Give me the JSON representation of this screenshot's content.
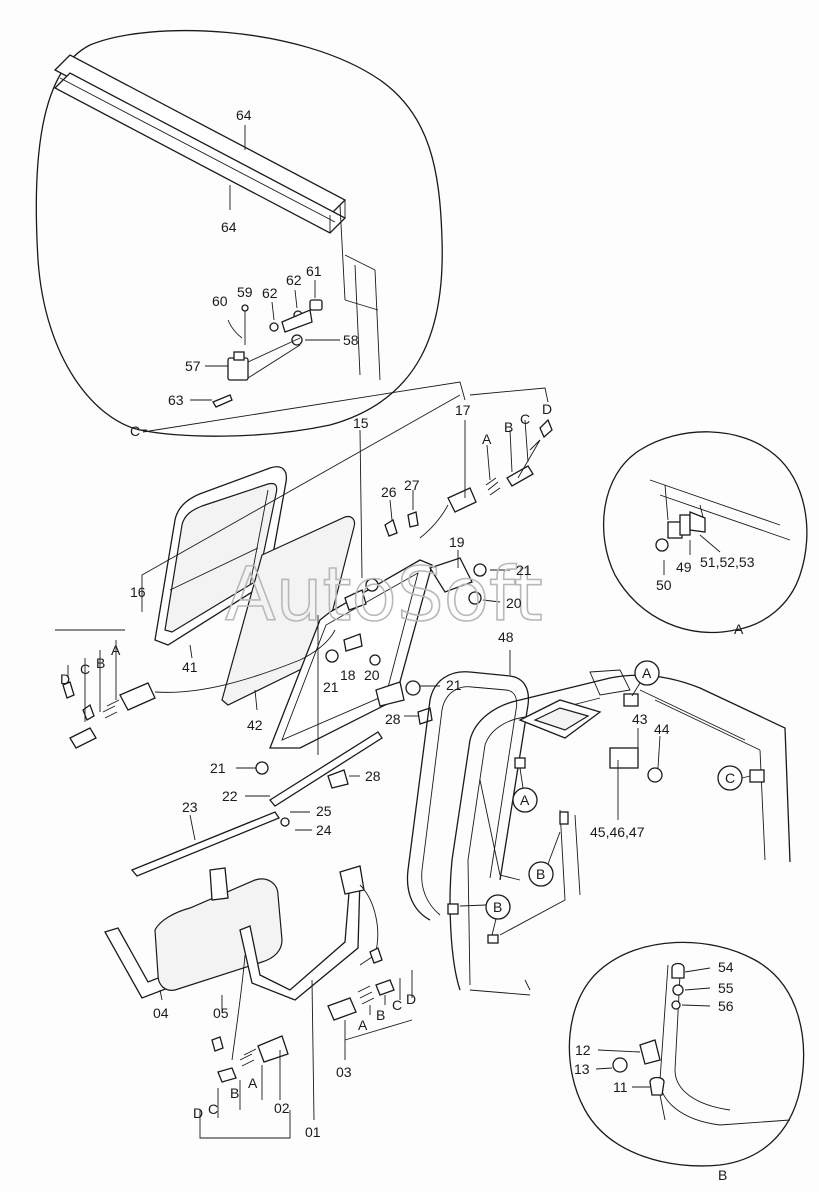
{
  "watermark": "AutoSoft",
  "callouts": {
    "c64a": "64",
    "c64b": "64",
    "c61": "61",
    "c62a": "62",
    "c62b": "62",
    "c59": "59",
    "c60": "60",
    "c57": "57",
    "c58": "58",
    "c63": "63",
    "c15": "15",
    "c17": "17",
    "c16": "16",
    "c26": "26",
    "c27": "27",
    "c19": "19",
    "c21a": "21",
    "c21b": "21",
    "c21c": "21",
    "c21d": "21",
    "c20a": "20",
    "c20b": "20",
    "c18": "18",
    "c41": "41",
    "c42": "42",
    "c28a": "28",
    "c28b": "28",
    "c22": "22",
    "c23": "23",
    "c25": "25",
    "c24": "24",
    "c48": "48",
    "c43": "43",
    "c44": "44",
    "c454647": "45,46,47",
    "c50": "50",
    "c49": "49",
    "c515253": "51,52,53",
    "c54": "54",
    "c55": "55",
    "c56": "56",
    "c12": "12",
    "c13": "13",
    "c11": "11",
    "c04": "04",
    "c05": "05",
    "c01": "01",
    "c02": "02",
    "c03": "03"
  },
  "letters": {
    "detailC": "C",
    "detailA": "A",
    "detailB": "B",
    "k17A": "A",
    "k17B": "B",
    "k17C": "C",
    "k17D": "D",
    "k16A": "A",
    "k16B": "B",
    "k16C": "C",
    "k16D": "D",
    "k02A": "A",
    "k02B": "B",
    "k02C": "C",
    "k02D": "D",
    "k03A": "A",
    "k03B": "B",
    "k03C": "C",
    "k03D": "D",
    "refA1": "A",
    "refA2": "A",
    "refB1": "B",
    "refB2": "B",
    "refC1": "C"
  }
}
